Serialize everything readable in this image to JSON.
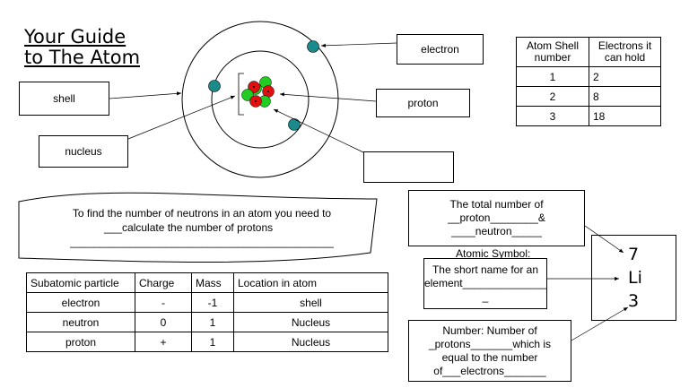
{
  "title": {
    "line1": "Your Guide",
    "line2": "to The Atom"
  },
  "labels": {
    "electron": "electron",
    "proton": "proton",
    "shell": "shell",
    "nucleus": "nucleus",
    "blank": ""
  },
  "shell_table": {
    "headers": [
      "Atom Shell number",
      "Electrons it can hold"
    ],
    "rows": [
      [
        "1",
        "2"
      ],
      [
        "2",
        "8"
      ],
      [
        "3",
        "18"
      ]
    ]
  },
  "neutron_note": {
    "line1": "To find the number of neutrons in an atom you need to",
    "line2": "___calculate the number of protons",
    "line3": "____________________________________________"
  },
  "particle_table": {
    "headers": [
      "Subatomic particle",
      "Charge",
      "Mass",
      "Location in atom"
    ],
    "rows": [
      [
        "electron",
        "-",
        "-1",
        "shell"
      ],
      [
        "neutron",
        "0",
        "1",
        "Nucleus"
      ],
      [
        "proton",
        "+",
        "1",
        "Nucleus"
      ]
    ]
  },
  "mass_number_box": {
    "line1": "The total number of",
    "line2": "__proton________&",
    "line3": "____neutron_____"
  },
  "symbol_box": {
    "heading": "Atomic Symbol:",
    "line1": "The short name for an",
    "line2": "element______________",
    "line3": "_"
  },
  "atomic_number_box": {
    "line1": "Number: Number of",
    "line2": "_protons_______which is",
    "line3": "equal to the number",
    "line4": "of___electrons_______"
  },
  "element": {
    "mass_number": "7",
    "symbol": "Li",
    "atomic_number": "3"
  },
  "colors": {
    "electron": "#1b8a8a",
    "proton": "#e01010",
    "neutron": "#22cc22"
  }
}
